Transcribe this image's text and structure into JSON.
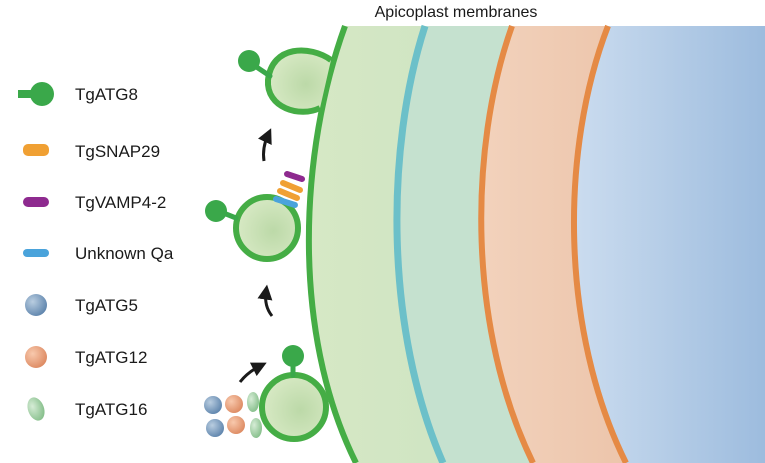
{
  "title": "Apicoplast membranes",
  "legend": [
    {
      "label": "TgATG8",
      "icon": "atg8-lollipop-icon",
      "color": "#3aa84a"
    },
    {
      "label": "TgSNAP29",
      "icon": "snap29-bar-icon",
      "color": "#f0a033"
    },
    {
      "label": "TgVAMP4-2",
      "icon": "vamp4-bar-icon",
      "color": "#8e2a8f"
    },
    {
      "label": "Unknown Qa",
      "icon": "unknown-qa-bar-icon",
      "color": "#4aa3db"
    },
    {
      "label": "TgATG5",
      "icon": "atg5-sphere-icon",
      "color": "#7f9fbf"
    },
    {
      "label": "TgATG12",
      "icon": "atg12-sphere-icon",
      "color": "#e8a080"
    },
    {
      "label": "TgATG16",
      "icon": "atg16-ellipse-icon",
      "color": "#9fcfa3"
    }
  ],
  "colors": {
    "outer_membrane": "#45ad45",
    "green_layer": "#cfe3bf",
    "teal_membrane": "#6cc0c9",
    "peach_layer": "#edc2a4",
    "orange_membrane": "#e58a45",
    "lumen": "#a9c6e3"
  }
}
